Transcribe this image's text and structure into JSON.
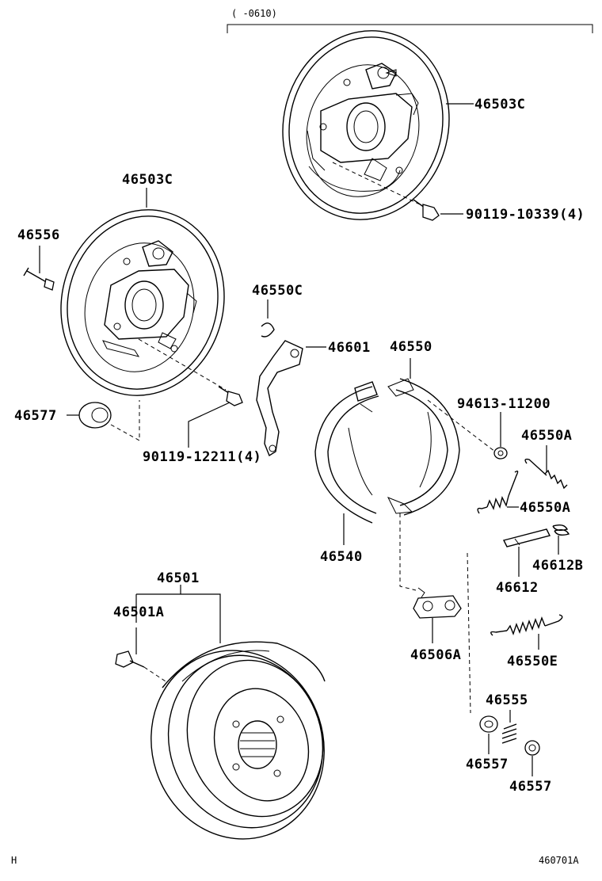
{
  "header": {
    "range_note": "(    -0610)"
  },
  "parts": {
    "p46503C_top": "46503C",
    "p90119_10339": "90119-10339(4)",
    "p46503C_left": "46503C",
    "p46556": "46556",
    "p46550C": "46550C",
    "p46601": "46601",
    "p46550": "46550",
    "p46577": "46577",
    "p94613_11200": "94613-11200",
    "p90119_12211": "90119-12211(4)",
    "p46550A_1": "46550A",
    "p46550A_2": "46550A",
    "p46540": "46540",
    "p46612B": "46612B",
    "p46612": "46612",
    "p46501": "46501",
    "p46501A": "46501A",
    "p46506A": "46506A",
    "p46550E": "46550E",
    "p46555": "46555",
    "p46557_1": "46557",
    "p46557_2": "46557"
  },
  "footer": {
    "left_code": "H",
    "figure_id": "460701A"
  }
}
